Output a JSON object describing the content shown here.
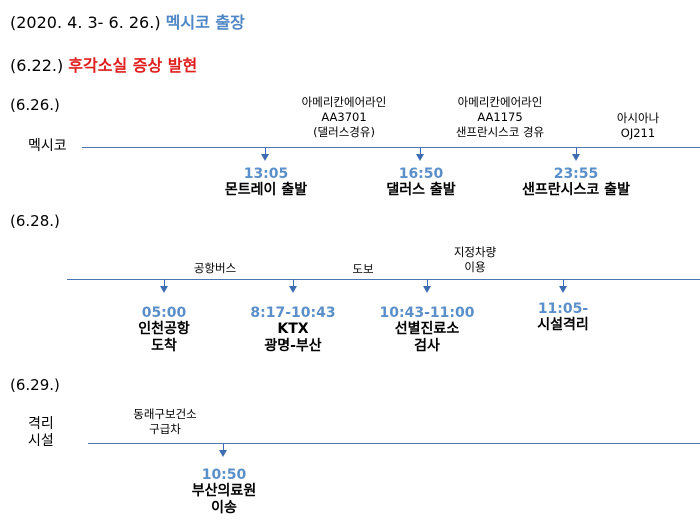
{
  "header": {
    "period_prefix": "(2020. 4. 3- 6. 26.)",
    "period_title": "멕시코 출장",
    "period_color": "#4f86c6",
    "onset_prefix": "(6.22.)",
    "onset_title": "후각소실 증상 발현",
    "onset_color": "#e01e1e"
  },
  "day1": {
    "date": "(6.26.)",
    "location": "멕시코",
    "labels": [
      {
        "line1": "아메리칸에어라인",
        "line2": "AA3701",
        "line3": "(댈러스경유)"
      },
      {
        "line1": "아메리칸에어라인",
        "line2": "AA1175",
        "line3": "샌프란시스코 경유"
      },
      {
        "line1": "아시아나",
        "line2": "OJ211"
      }
    ],
    "events": [
      {
        "time": "13:05",
        "desc1": "몬트레이 출발"
      },
      {
        "time": "16:50",
        "desc1": "댈러스 출발"
      },
      {
        "time": "23:55",
        "desc1": "샌프란시스코 출발"
      }
    ]
  },
  "day2": {
    "date": "(6.28.)",
    "labels": [
      {
        "line1": "공항버스"
      },
      {
        "line1": "도보"
      },
      {
        "line1": "지정차량",
        "line2": "이용"
      }
    ],
    "events": [
      {
        "time": "05:00",
        "desc1": "인천공항",
        "desc2": "도착"
      },
      {
        "time": "8:17-10:43",
        "desc1": "KTX",
        "desc2": "광명-부산"
      },
      {
        "time": "10:43-11:00",
        "desc1": "선별진료소",
        "desc2": "검사"
      },
      {
        "time": "11:05-",
        "desc1": "시설격리"
      }
    ]
  },
  "day3": {
    "date": "(6.29.)",
    "location_line1": "격리",
    "location_line2": "시설",
    "labels": [
      {
        "line1": "동래구보건소",
        "line2": "구급차"
      }
    ],
    "events": [
      {
        "time": "10:50",
        "desc1": "부산의료원",
        "desc2": "이송"
      }
    ]
  }
}
